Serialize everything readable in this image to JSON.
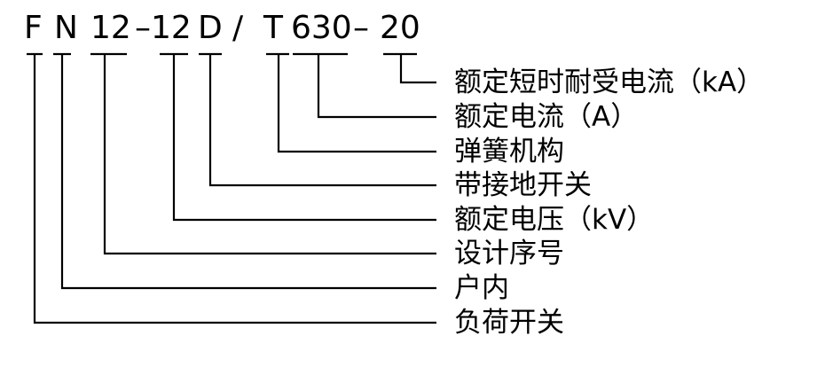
{
  "designation": {
    "parts": [
      {
        "code": "F",
        "meaning": "负荷开关"
      },
      {
        "code": "N",
        "meaning": "户内"
      },
      {
        "code": "12",
        "meaning": "设计序号"
      },
      {
        "code": "–12",
        "meaning": "额定电压（kV）"
      },
      {
        "code": "D",
        "meaning": "带接地开关"
      },
      {
        "code": "/",
        "meaning": ""
      },
      {
        "code": "T",
        "meaning": "弹簧机构"
      },
      {
        "code": "630",
        "meaning": "额定电流（A）"
      },
      {
        "code": "–",
        "meaning": ""
      },
      {
        "code": "20",
        "meaning": "额定短时耐受电流（kA）"
      }
    ]
  },
  "colors": {
    "ink": "#000000",
    "background": "#ffffff"
  }
}
